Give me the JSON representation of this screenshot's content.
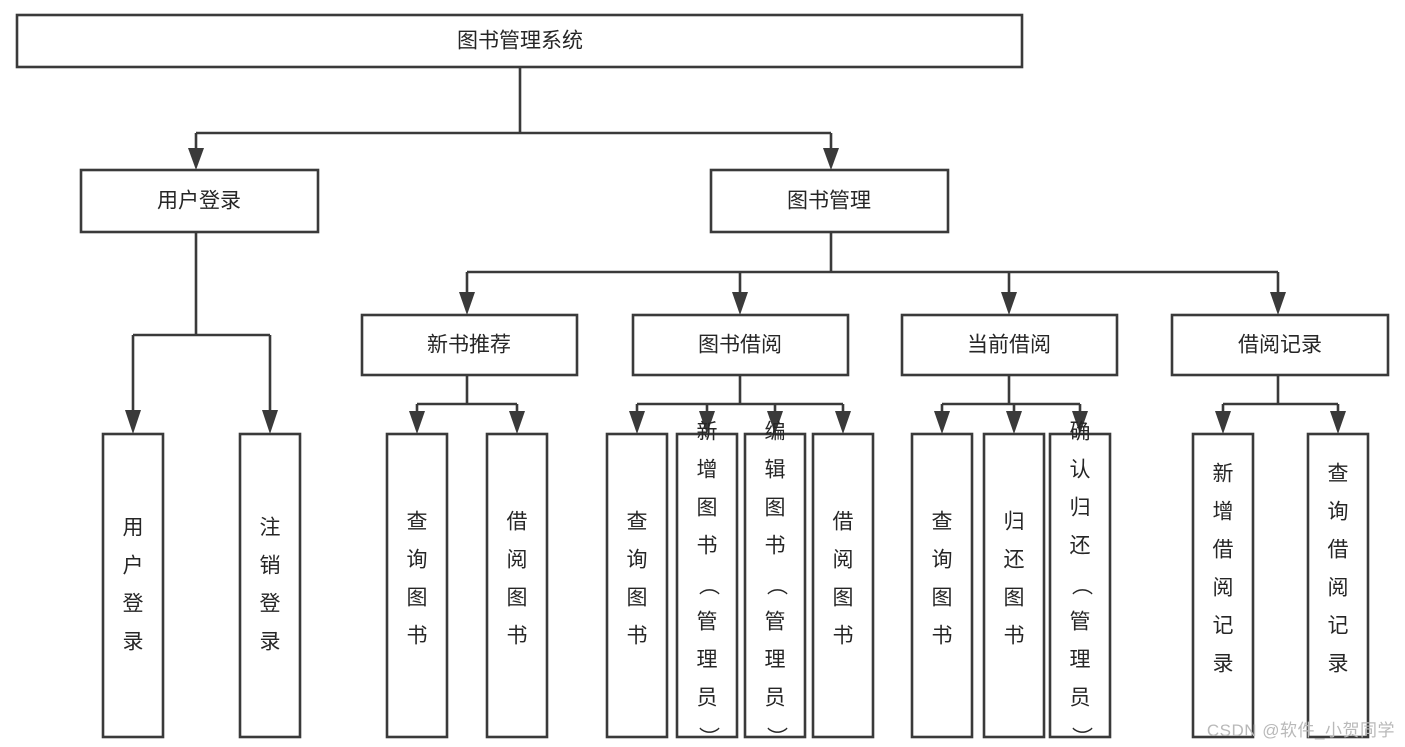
{
  "diagram": {
    "type": "tree-hierarchy-diagram",
    "title": "图书管理系统",
    "orientation": "top-down",
    "box_fill": "#ffffff",
    "box_stroke": "#3a3a3a",
    "text_color": "#262626",
    "levels": 4,
    "root": {
      "label": "图书管理系统",
      "text_direction": "horizontal"
    },
    "level2": [
      {
        "label": "用户登录",
        "text_direction": "horizontal"
      },
      {
        "label": "图书管理",
        "text_direction": "horizontal"
      }
    ],
    "level3": [
      {
        "label": "新书推荐",
        "text_direction": "horizontal",
        "parent": "图书管理"
      },
      {
        "label": "图书借阅",
        "text_direction": "horizontal",
        "parent": "图书管理"
      },
      {
        "label": "当前借阅",
        "text_direction": "horizontal",
        "parent": "图书管理"
      },
      {
        "label": "借阅记录",
        "text_direction": "horizontal",
        "parent": "图书管理"
      }
    ],
    "leaves": {
      "用户登录": [
        {
          "label": "用户登录",
          "text_direction": "vertical"
        },
        {
          "label": "注销登录",
          "text_direction": "vertical"
        }
      ],
      "新书推荐": [
        {
          "label": "查询图书",
          "text_direction": "vertical"
        },
        {
          "label": "借阅图书",
          "text_direction": "vertical"
        }
      ],
      "图书借阅": [
        {
          "label": "查询图书",
          "text_direction": "vertical"
        },
        {
          "label": "新增图书（管理员）",
          "text_direction": "vertical"
        },
        {
          "label": "编辑图书（管理员）",
          "text_direction": "vertical"
        },
        {
          "label": "借阅图书",
          "text_direction": "vertical"
        }
      ],
      "当前借阅": [
        {
          "label": "查询图书",
          "text_direction": "vertical"
        },
        {
          "label": "归还图书",
          "text_direction": "vertical"
        },
        {
          "label": "确认归还（管理员）",
          "text_direction": "vertical"
        }
      ],
      "借阅记录": [
        {
          "label": "新增借阅记录",
          "text_direction": "vertical"
        },
        {
          "label": "查询借阅记录",
          "text_direction": "vertical"
        }
      ]
    }
  },
  "watermark": {
    "text": "CSDN @软件_小贺同学"
  }
}
